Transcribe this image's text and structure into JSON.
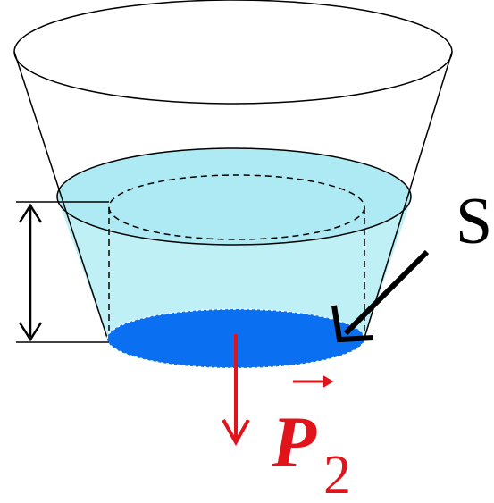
{
  "labels": {
    "area": "S",
    "force_symbol": "P",
    "force_subscript": "2"
  },
  "colors": {
    "liquid": "#bff0f6",
    "liquid_surface": "#aeeaf3",
    "bottom_area": "#0a6ff0",
    "force_arrow": "#e0141a",
    "outline": "#000000"
  }
}
